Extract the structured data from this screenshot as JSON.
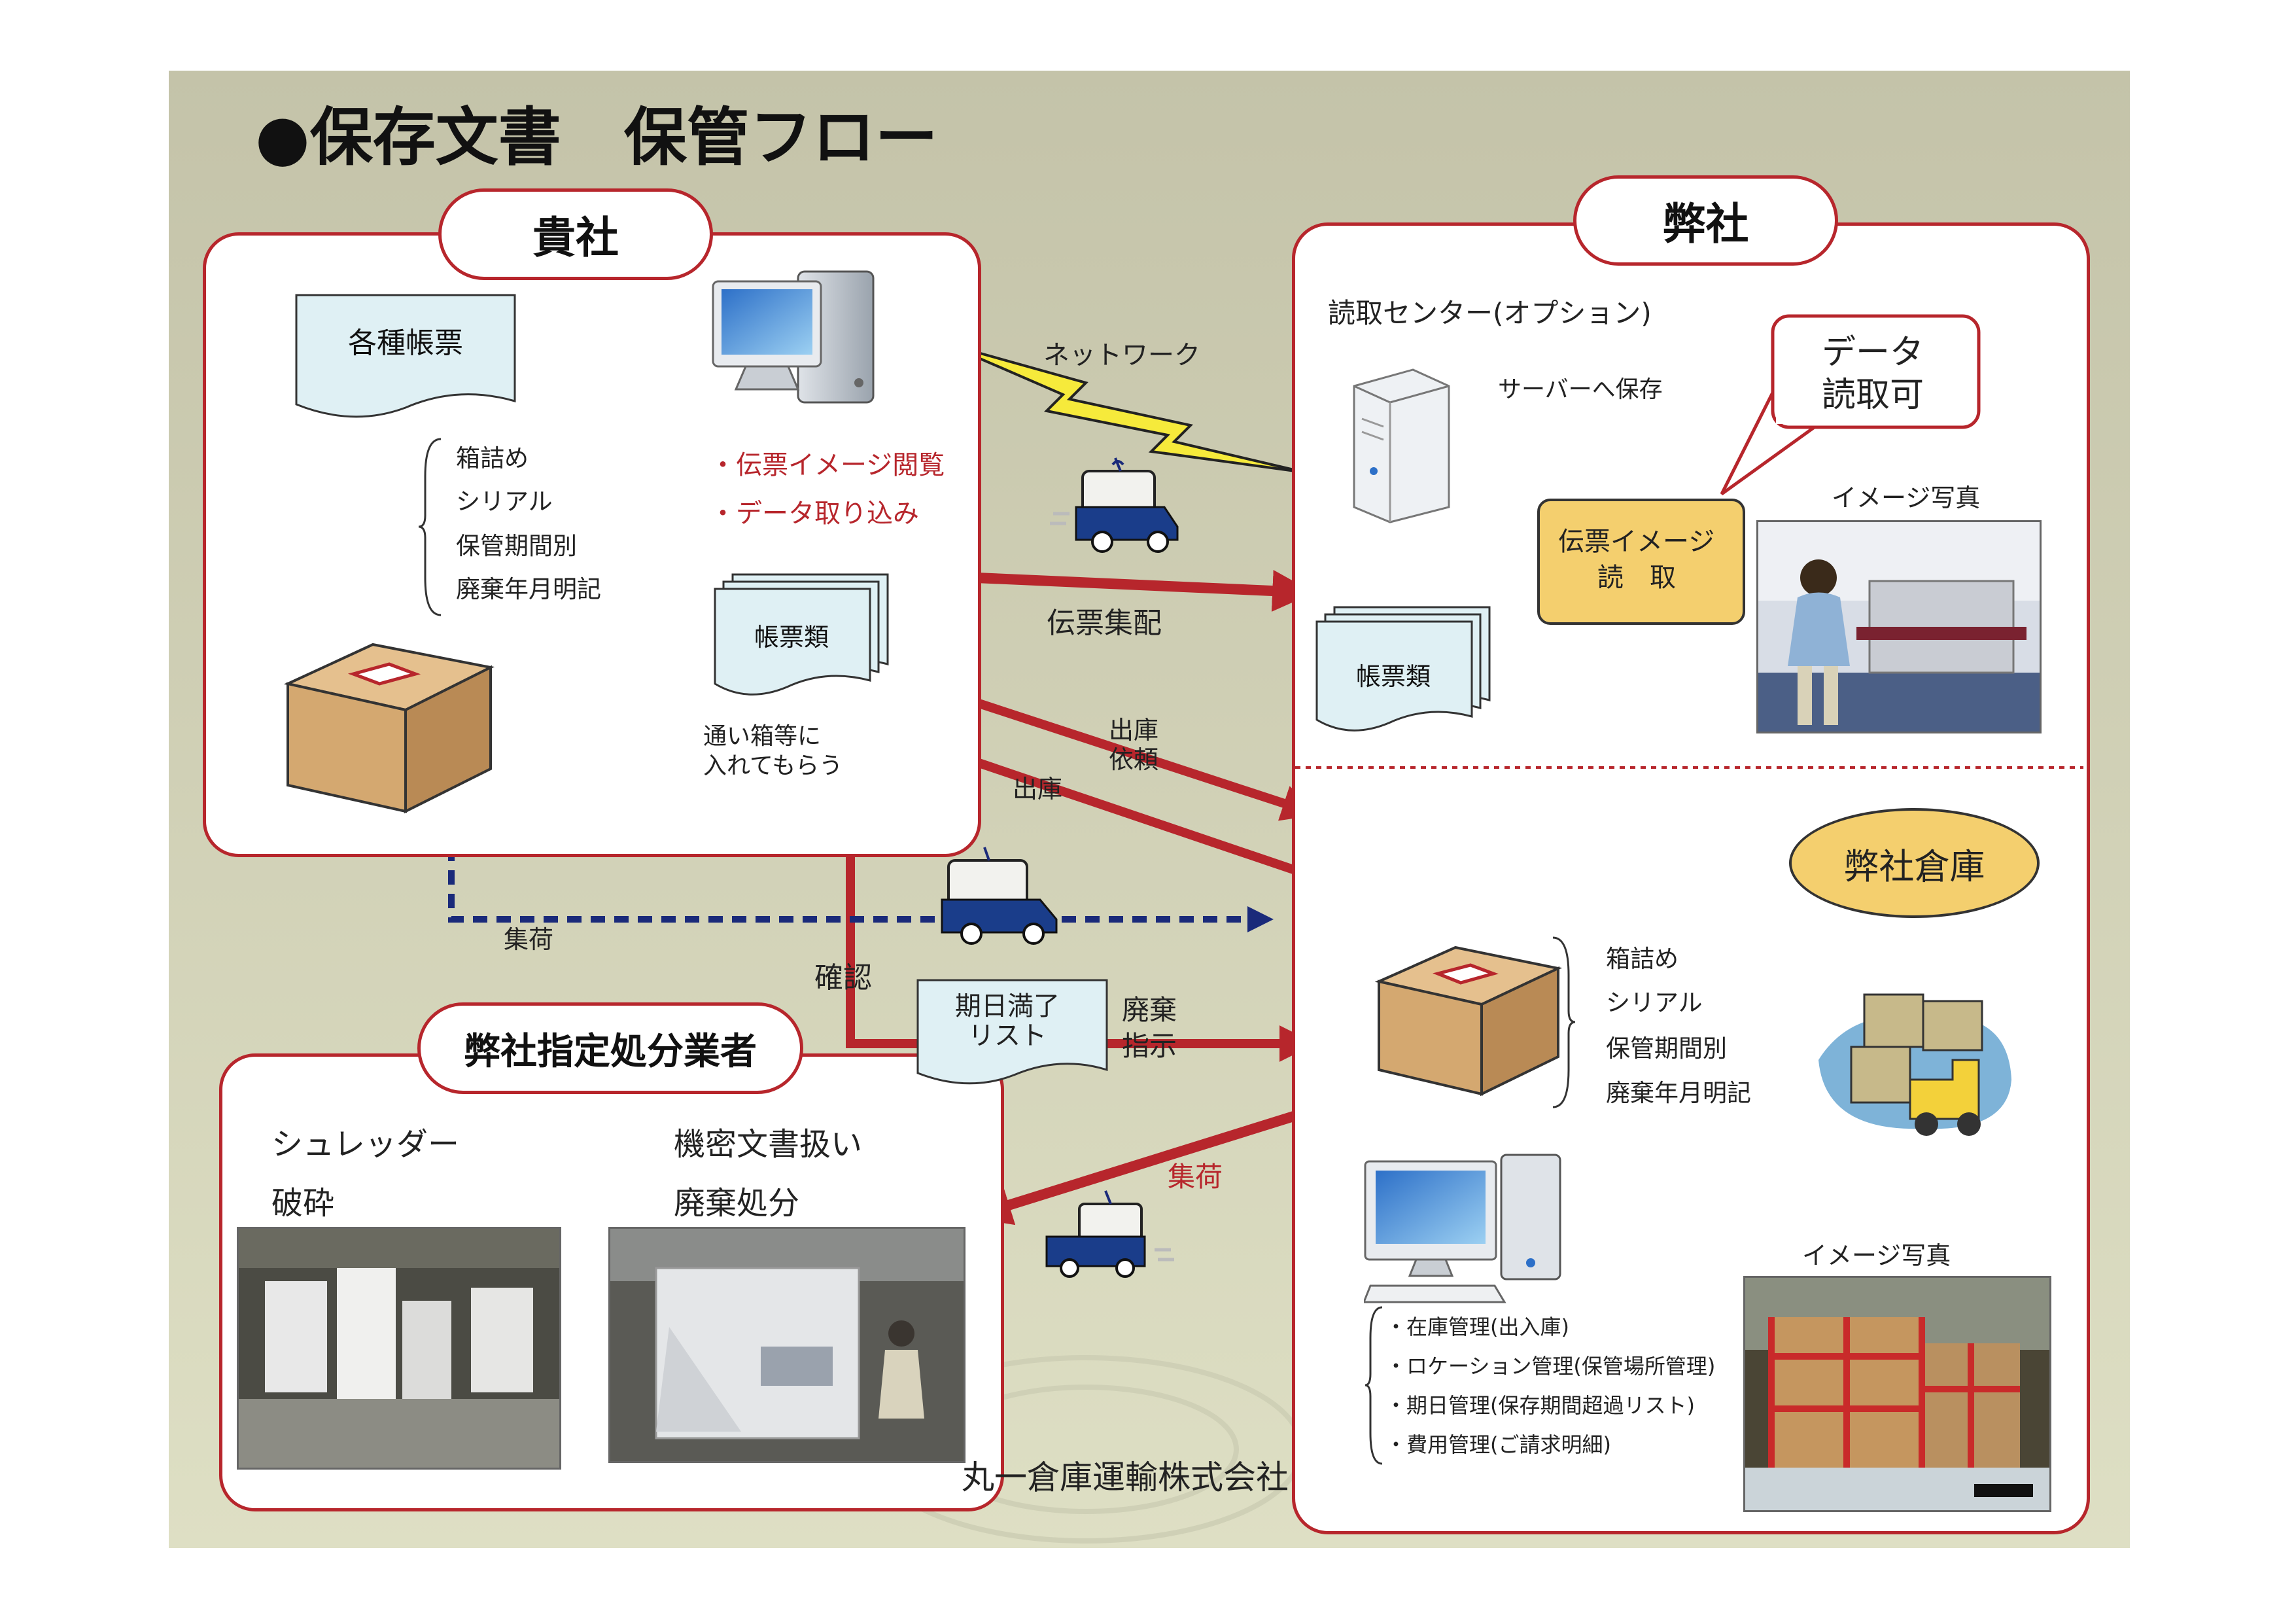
{
  "title": "●保存文書　保管フロー",
  "sections": {
    "client": "貴社",
    "company": "弊社",
    "disposal": "弊社指定処分業者",
    "warehouse": "弊社倉庫"
  },
  "client_panel": {
    "doc_label": "各種帳票",
    "pack_items": [
      "箱詰め",
      "シリアル",
      "保管期間別",
      "廃棄年月明記"
    ],
    "actions": [
      "・伝票イメージ閲覧",
      "・データ取り込み"
    ],
    "forms_label": "帳票類",
    "note_line1": "通い箱等に",
    "note_line2": "入れてもらう"
  },
  "flow_labels": {
    "network": "ネットワーク",
    "slip_delivery": "伝票集配",
    "out_request_1": "出庫",
    "out_request_2": "依頼",
    "out": "出庫",
    "pickup_1": "集荷",
    "confirm": "確認",
    "expiry_list_1": "期日満了",
    "expiry_list_2": "リスト",
    "dispose_1": "廃棄",
    "dispose_2": "指示",
    "pickup_2": "集荷"
  },
  "company_panel": {
    "reading_center": "読取センター(オプション)",
    "save_to_server": "サーバーへ保存",
    "data_readable_1": "データ",
    "data_readable_2": "読取可",
    "slip_image_1": "伝票イメージ",
    "slip_image_2": "読　取",
    "forms_label": "帳票類",
    "photo_caption": "イメージ写真",
    "pack_items": [
      "箱詰め",
      "シリアル",
      "保管期間別",
      "廃棄年月明記"
    ],
    "management": [
      "・在庫管理(出入庫)",
      "・ロケーション管理(保管場所管理)",
      "・期日管理(保存期間超過リスト)",
      "・費用管理(ご請求明細)"
    ],
    "photo_caption_2": "イメージ写真"
  },
  "disposal_panel": {
    "shredder": "シュレッダー",
    "crush": "破砕",
    "confidential": "機密文書扱い",
    "disposal": "廃棄処分"
  },
  "footer": "丸一倉庫運輸株式会社",
  "colors": {
    "accent_red": "#b7262c",
    "arrow_yellow": "#e7c26b",
    "doc_blue": "#dff0f4",
    "box_brown": "#cfa56f",
    "warehouse_badge": "#f4cf6e",
    "dashed_navy": "#1a2a7a"
  }
}
